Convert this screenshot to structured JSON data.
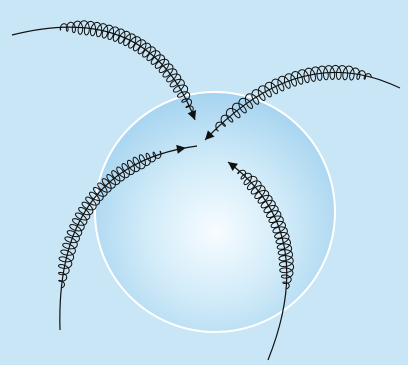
{
  "diagram": {
    "background_color": "#c9e6f6",
    "sphere_edge_color": "#ffffff",
    "sphere_center_color": "#f7fcff",
    "sphere_mid_color": "#d3ecf9",
    "sphere_outer_color": "#9fd0ee",
    "line_color": "#111111",
    "curve_count": 4,
    "arrow_count": 4,
    "arrow_style": "filled-triangle"
  }
}
